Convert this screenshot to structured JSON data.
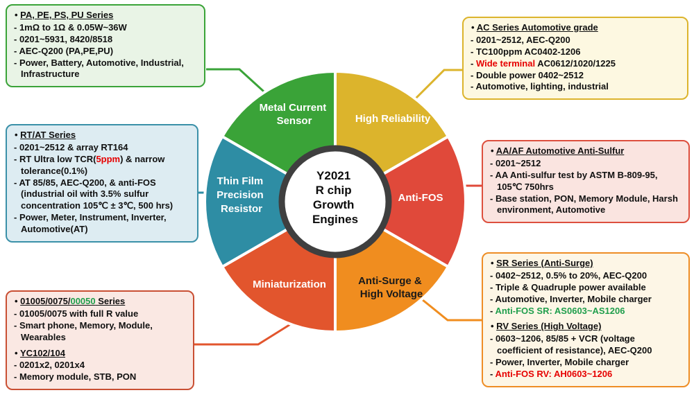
{
  "center": {
    "lines": [
      "Y2021",
      "R chip",
      "Growth",
      "Engines"
    ],
    "ring_color": "#3f3f3f"
  },
  "segments": [
    {
      "name": "Metal Current Sensor",
      "label_lines": [
        "Metal Current",
        "Sensor"
      ],
      "color": "#3aa338",
      "text_color": "#ffffff"
    },
    {
      "name": "High Reliability",
      "label_lines": [
        "High Reliability"
      ],
      "color": "#dcb42c",
      "text_color": "#ffffff"
    },
    {
      "name": "Anti-FOS",
      "label_lines": [
        "Anti-FOS"
      ],
      "color": "#e0493a",
      "text_color": "#ffffff"
    },
    {
      "name": "Anti-Surge & High Voltage",
      "label_lines": [
        "Anti-Surge &",
        "High Voltage"
      ],
      "color": "#f08d1f",
      "text_color": "#1a1a1a"
    },
    {
      "name": "Miniaturization",
      "label_lines": [
        "Miniaturization"
      ],
      "color": "#e2552d",
      "text_color": "#ffffff"
    },
    {
      "name": "Thin Film Precision Resistor",
      "label_lines": [
        "Thin Film",
        "Precision",
        "Resistor"
      ],
      "color": "#2e8da4",
      "text_color": "#ffffff"
    }
  ],
  "boxes": {
    "pa": {
      "border_color": "#3aa338",
      "bg_color": "#e9f4e6",
      "sections": [
        {
          "title": "PA, PE, PS, PU Series",
          "lines": [
            "- 1mΩ to 1Ω & 0.05W~36W",
            "- 0201~5931, 8420/8518",
            "- AEC-Q200 (PA,PE,PU)",
            "- Power, Battery, Automotive, Industrial, Infrastructure"
          ]
        }
      ]
    },
    "rt": {
      "border_color": "#3a90a8",
      "bg_color": "#ddecf2",
      "sections": [
        {
          "title": "RT/AT Series",
          "lines": [
            "- 0201~2512 & array RT164",
            [
              [
                "- RT Ultra low TCR(",
                null
              ],
              [
                "5ppm",
                "red"
              ],
              [
                ") & narrow tolerance(0.1%)",
                null
              ]
            ],
            "- AT 85/85, AEC-Q200, & anti-FOS (industrial oil with 3.5% sulfur concentration 105℃ ± 3℃, 500 hrs)",
            "- Power, Meter, Instrument, Inverter, Automotive(AT)"
          ]
        }
      ]
    },
    "mini": {
      "border_color": "#c94f33",
      "bg_color": "#fae8e3",
      "sections": [
        {
          "title": [
            [
              "01005/0075/",
              null
            ],
            [
              "00050",
              "green"
            ],
            [
              " Series",
              null
            ]
          ],
          "lines": [
            "- 01005/0075 with full R value",
            "- Smart phone, Memory, Module, Wearables"
          ]
        },
        {
          "title": "YC102/104",
          "lines": [
            "- 0201x2, 0201x4",
            "- Memory module, STB, PON"
          ]
        }
      ]
    },
    "ac": {
      "border_color": "#dcb42c",
      "bg_color": "#fdf8e1",
      "sections": [
        {
          "title": "AC Series Automotive grade",
          "lines": [
            "- 0201~2512, AEC-Q200",
            "- TC100ppm AC0402-1206",
            [
              [
                "- ",
                null
              ],
              [
                "Wide terminal",
                "red"
              ],
              [
                " AC0612/1020/1225",
                null
              ]
            ],
            "- Double power 0402~2512",
            "- Automotive, lighting, industrial"
          ]
        }
      ]
    },
    "aa": {
      "border_color": "#dd4f3e",
      "bg_color": "#fae4e0",
      "sections": [
        {
          "title": "AA/AF Automotive Anti-Sulfur",
          "lines": [
            "- 0201~2512",
            "- AA Anti-sulfur test by ASTM B-809-95, 105℃ 750hrs",
            "- Base station, PON, Memory Module, Harsh environment, Automotive"
          ]
        }
      ]
    },
    "sr": {
      "border_color": "#ee8d25",
      "bg_color": "#fdf6e6",
      "sections": [
        {
          "title": "SR Series (Anti-Surge)",
          "lines": [
            "- 0402~2512, 0.5% to 20%, AEC-Q200",
            "- Triple & Quadruple power available",
            "- Automotive, Inverter, Mobile charger",
            [
              [
                "- ",
                null
              ],
              [
                "Anti-FOS SR: AS0603~AS1206",
                "green"
              ]
            ]
          ]
        },
        {
          "title": "RV Series (High Voltage)",
          "lines": [
            "- 0603~1206, 85/85 + VCR (voltage coefficient of resistance), AEC-Q200",
            "- Power, Inverter, Mobile charger",
            [
              [
                "- ",
                null
              ],
              [
                "Anti-FOS RV: AH0603~1206",
                "red"
              ]
            ]
          ]
        }
      ]
    }
  }
}
